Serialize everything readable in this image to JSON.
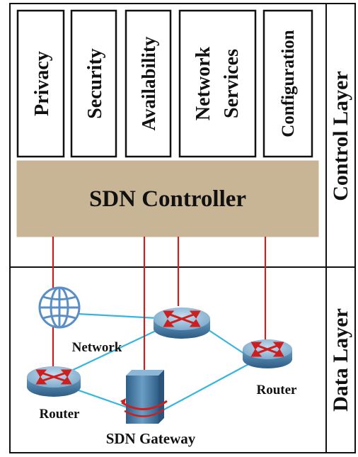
{
  "modules": [
    {
      "label": "Privacy"
    },
    {
      "label": "Security"
    },
    {
      "label": "Availability"
    },
    {
      "label": "Network",
      "label2": "Services"
    },
    {
      "label": "Configuration"
    }
  ],
  "controller": {
    "label": "SDN Controller"
  },
  "layers": {
    "control": "Control Layer",
    "data": "Data Layer"
  },
  "nodes": {
    "network": "Network",
    "router_left": "Router",
    "router_right": "Router",
    "gateway": "SDN Gateway"
  },
  "colors": {
    "controller_fill": "#c7b596",
    "control_link": "#cc1f1f",
    "data_link": "#35b6e0",
    "router_body": "#4f86ad",
    "router_top": "#8db7d6",
    "globe": "#5b8ec4"
  }
}
